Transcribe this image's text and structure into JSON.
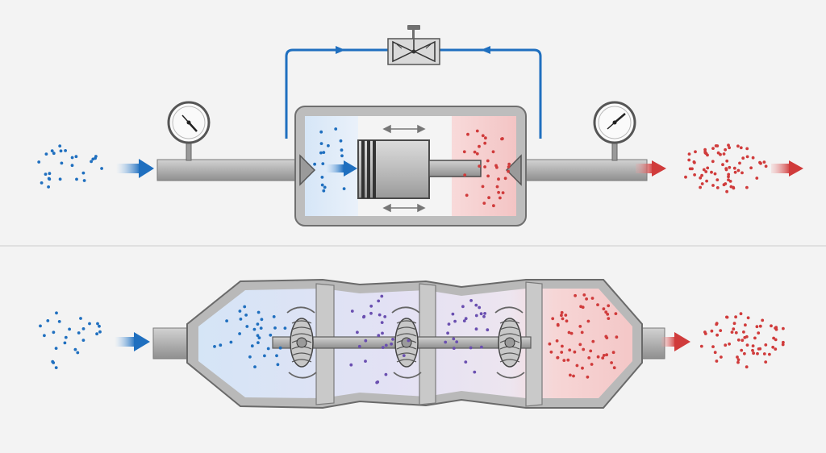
{
  "colors": {
    "background": "#f3f3f3",
    "cold": "#1f6fbf",
    "hot": "#d03b3b",
    "mid": "#6a4fb0",
    "metal": "#a7a7a7",
    "metal_dark": "#6e6e6e",
    "bypass_line": "#1f6fbf"
  },
  "sections": [
    {
      "id": "piston",
      "kind": "reciprocating-compressor"
    },
    {
      "id": "axial",
      "kind": "multistage-axial-compressor",
      "stages": 3
    }
  ],
  "icons": [
    "pressure-gauge-icon",
    "valve-icon",
    "flow-arrow-icon",
    "double-arrow-icon",
    "rotor-icon",
    "rotation-arrow-icon"
  ]
}
